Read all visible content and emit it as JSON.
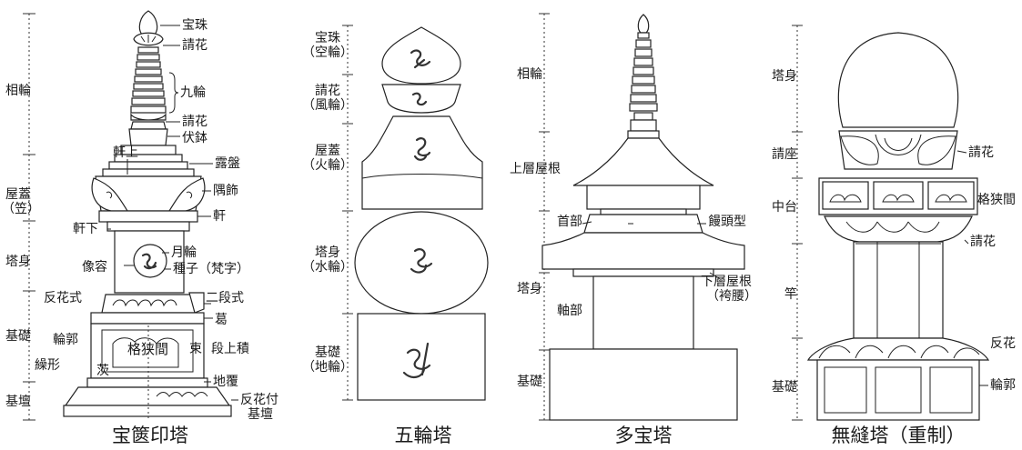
{
  "colors": {
    "line": "#222222",
    "shade": "#e6e6e6",
    "background": "#ffffff"
  },
  "towers": {
    "hokyointo": {
      "title": "宝篋印塔",
      "left_labels": {
        "sorin": "相輪",
        "yagai": "屋蓋",
        "kasa": "（笠）",
        "tohshin": "塔身",
        "kiso": "基礎",
        "kidan": "基壇"
      },
      "labels": {
        "hoju": "宝珠",
        "ukebana1": "請花",
        "kurin": "九輪",
        "ukebana2": "請花",
        "fukubachi": "伏鉢",
        "nokiue": "軒上",
        "roban": "露盤",
        "sumikazari": "隅飾",
        "noki": "軒",
        "nokishita": "軒下",
        "getsurin": "月輪",
        "zoyo": "像容",
        "shuji": "種子（梵字）",
        "kaeribanashiki": "反花式",
        "nidanshiki": "二段式",
        "katsura": "葛",
        "rinkaku": "輪郭",
        "koshiama": "格狭間",
        "tsuka": "束",
        "danjozumi": "段上積",
        "kurigata": "繰形",
        "kei": "茨",
        "jifuku": "地覆",
        "kaeribanatsuki": "反花付",
        "kidan_r": "基壇"
      }
    },
    "gorinto": {
      "title": "五輪塔",
      "labels": {
        "hoju": "宝珠",
        "kurin": "（空輪）",
        "ukebana": "請花",
        "furin": "（風輪）",
        "yagai": "屋蓋",
        "karin": "（火輪）",
        "toshin": "塔身",
        "suirin": "（水輪）",
        "kiso": "基礎",
        "chirin": "（地輪）"
      }
    },
    "tahoto": {
      "title": "多宝塔",
      "labels": {
        "sorin": "相輪",
        "joso_yane": "上層屋根",
        "kubibu": "首部",
        "manjugata": "饅頭型",
        "toshin": "塔身",
        "jikubu": "軸部",
        "kaso_yane": "下層屋根",
        "hakamagoshi": "（袴腰）",
        "kiso": "基礎"
      }
    },
    "muhoto": {
      "title": "無縫塔（重制）",
      "labels": {
        "toshin": "塔身",
        "ukeza": "請座",
        "ukebana1": "請花",
        "chudai": "中台",
        "koshiama": "格狭間",
        "ukebana2": "請花",
        "sao": "竿",
        "kaeribana": "反花",
        "kiso": "基礎",
        "rinkaku": "輪郭"
      }
    }
  }
}
